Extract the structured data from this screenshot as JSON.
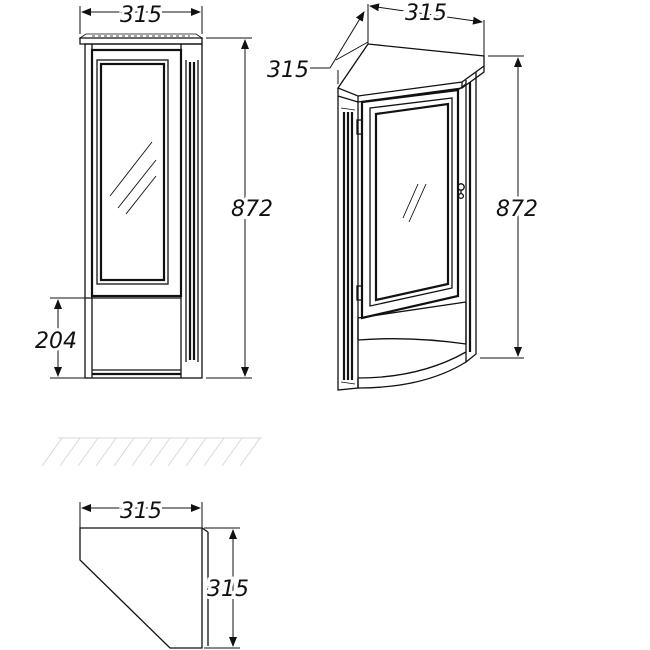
{
  "front_view": {
    "width_label": "315",
    "height_label": "872",
    "plinth_label": "204"
  },
  "perspective_view": {
    "top_width_label": "315",
    "side_depth_label": "315",
    "height_label": "872"
  },
  "plan_view": {
    "width_label": "315",
    "depth_label": "315"
  }
}
